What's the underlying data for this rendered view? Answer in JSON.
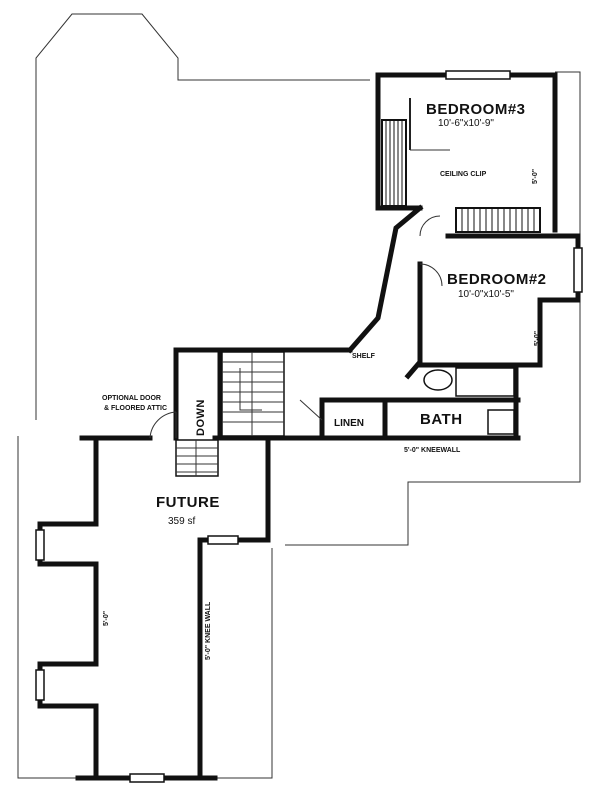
{
  "rooms": {
    "bedroom3": {
      "name": "BEDROOM#3",
      "size": "10'-6\"x10'-9\""
    },
    "bedroom2": {
      "name": "BEDROOM#2",
      "size": "10'-0\"x10'-5\""
    },
    "future": {
      "name": "FUTURE",
      "area": "359 sf"
    },
    "bath": {
      "name": "BATH"
    },
    "linen": {
      "name": "LINEN"
    }
  },
  "labels": {
    "down": "DOWN",
    "shelf": "SHELF",
    "ceiling_clip": "CEILING CLIP",
    "optional_door_1": "OPTIONAL DOOR",
    "optional_door_2": "& FLOORED ATTIC",
    "kneewall_h": "5'-0\" KNEEWALL",
    "kneewall_v": "5'-0\" KNEE WALL",
    "dim_b3": "5'-0\"",
    "dim_b2": "5'-0\"",
    "dim_future": "5'-0\""
  }
}
